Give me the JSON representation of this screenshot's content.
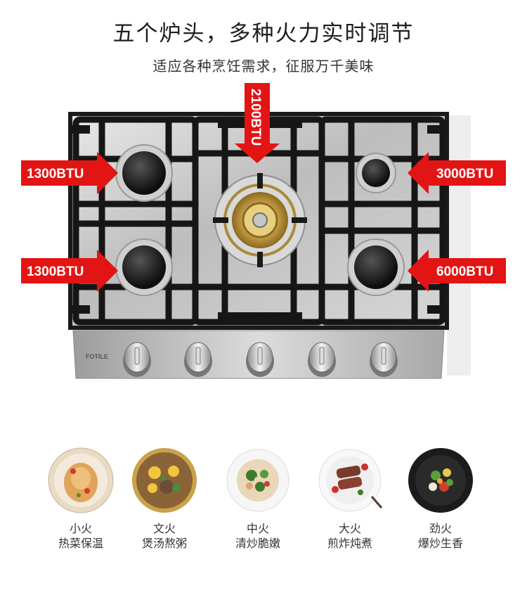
{
  "header": {
    "title": "五个炉头，多种火力实时调节",
    "subtitle": "适应各种烹饪需求，征服万千美味"
  },
  "stove": {
    "brand": "FOTILE",
    "burners": [
      {
        "label": "1300BTU",
        "position": "top-left"
      },
      {
        "label": "1300BTU",
        "position": "bottom-left"
      },
      {
        "label": "2100BTU",
        "position": "center"
      },
      {
        "label": "3000BTU",
        "position": "top-right"
      },
      {
        "label": "6000BTU",
        "position": "bottom-right"
      }
    ],
    "knob_count": 5,
    "arrow_color": "#e31414"
  },
  "dishes": [
    {
      "name": "小火",
      "desc": "热菜保温",
      "icon": "roast-chicken-icon"
    },
    {
      "name": "文火",
      "desc": "煲汤熬粥",
      "icon": "stew-icon"
    },
    {
      "name": "中火",
      "desc": "清炒脆嫩",
      "icon": "stir-fry-icon"
    },
    {
      "name": "大火",
      "desc": "煎炸炖煮",
      "icon": "steak-icon"
    },
    {
      "name": "劲火",
      "desc": "爆炒生香",
      "icon": "wok-salad-icon"
    }
  ]
}
